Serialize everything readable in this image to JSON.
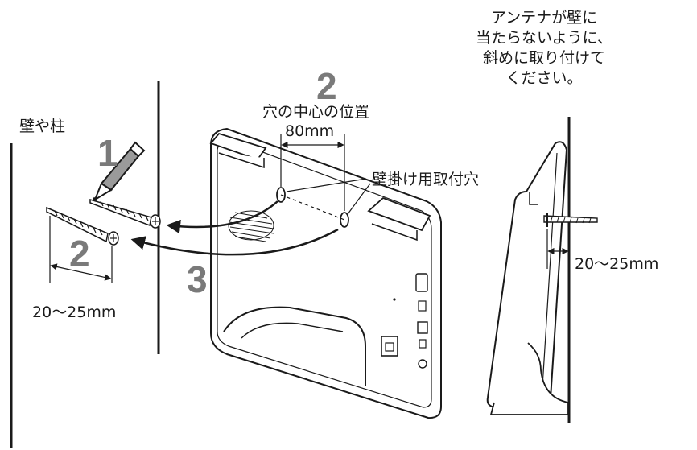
{
  "labels": {
    "wall_or_pillar": "壁や柱",
    "hole_center_position": "穴の中心の位置",
    "hole_spacing": "80mm",
    "wall_mount_holes": "壁掛け用取付穴",
    "screw_protrusion_left": "20〜25mm",
    "screw_protrusion_right": "20〜25mm",
    "antenna_note": [
      "アンテナが壁に",
      "当たらないように、",
      "斜めに取り付けて",
      "ください。"
    ]
  },
  "steps": {
    "step1": "1",
    "step2_screw": "2",
    "step2_hole": "2",
    "step3": "3"
  },
  "colors": {
    "line": "#1a1a1a",
    "step_number": "#7a7a7a",
    "device_fill": "#ffffff",
    "pencil_fill": "#9a9a9a"
  }
}
